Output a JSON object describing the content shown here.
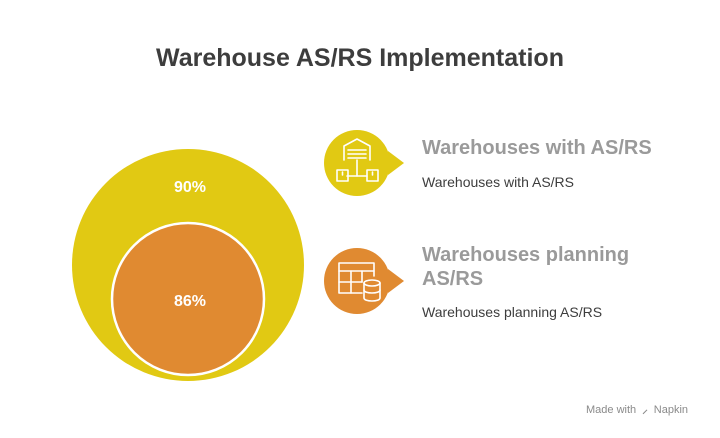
{
  "title": "Warehouse AS/RS Implementation",
  "diagram": {
    "outer": {
      "value": "90%",
      "color": "#e1c913"
    },
    "inner": {
      "value": "86%",
      "color": "#e08a31"
    }
  },
  "legend": [
    {
      "title": "Warehouses with AS/RS",
      "desc": "Warehouses with AS/RS",
      "icon": "warehouse-conveyor-icon",
      "color": "#e1c913"
    },
    {
      "title": "Warehouses planning AS/RS",
      "desc": "Warehouses planning AS/RS",
      "icon": "grid-database-icon",
      "color": "#e08a31"
    }
  ],
  "footer": {
    "made_with": "Made with",
    "brand": "Napkin"
  }
}
